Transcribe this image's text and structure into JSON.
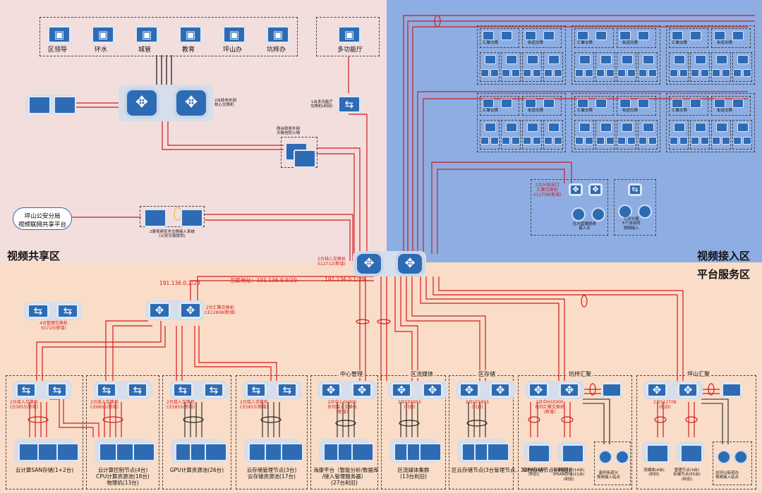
{
  "zones": {
    "share": "视频共享区",
    "access": "视频接入区",
    "platform": "平台服务区"
  },
  "share": {
    "top_clients": [
      "区领导",
      "环水",
      "城管",
      "教育",
      "坪山办",
      "坑梓办"
    ],
    "multi_hall": "多功能厅",
    "core_switch": "2台政务外网\n核心交换机",
    "hall_switch": "1台多功能厅\n交换机(利旧)",
    "firewall": "两台政务外网\n天融信防火墙",
    "cloud": "坪山公安分局\n视频联网共享平台",
    "security_gw": "2套视频安全交换接入系统\n(公安分局提供)"
  },
  "core": {
    "label": "2台核心交换机\nS12712(新增)",
    "ip_left": "191.136.0.2/29",
    "ip_mid": "互联地址：191.136.0.0/29",
    "ip_right": "191.136.0.1/29"
  },
  "access": {
    "site_labels": [
      "汇聚交换",
      "街道交换"
    ],
    "agg_switch": "2台分局出口\n汇聚交换机\nS12708(新增)",
    "agg_sub": "区内直播视频\n接入点",
    "police_sub": "公安分局\n5个派出所\n视频接入"
  },
  "platform": {
    "mgmt_switch": "4台管理交换机\nS5720(新增)",
    "agg_switch": "2台汇聚交换机\nCE12808(新增)",
    "groups": [
      {
        "title": "",
        "switch": "2台接入交换机\nCE5855(新增)",
        "name": "云计算SAN存储(1+2台)"
      },
      {
        "title": "",
        "switch": "2台接入交换机\nCE6855(新增)",
        "name": "云计算控制节点(4台)\nCPU计算资源池(18台)\n物理机(13台)"
      },
      {
        "title": "",
        "switch": "2台接入交换机\nCE5855(新增)",
        "name": "GPU计算资源池(26台)"
      },
      {
        "title": "",
        "switch": "2台接入交换机\nCE5855(新增)",
        "name": "云存储管理节点(3台)\n云存储资源池(17台)"
      },
      {
        "title": "中心管理",
        "switch": "2台中心S5900\n系列接入交换机\n(新增)",
        "name": "海康平台（智能分析/数据库\n/接入管理服务器）\n(27台利旧)"
      },
      {
        "title": "区流媒体",
        "switch": "2台CE5855\n(利旧)",
        "name": "区流媒体集群\n(13台利旧)"
      },
      {
        "title": "区存储",
        "switch": "2台CE5855\n(利旧)",
        "name": "区云存储节点(3台管理节点、32台存储节点)(利旧)"
      },
      {
        "title": "坑梓汇聚",
        "switch": "2台中HS5900\n系列汇聚交换机\n(新增)",
        "name": ""
      },
      {
        "title": "坪山汇聚",
        "switch": "2台S12708\n(利旧)",
        "name": ""
      }
    ],
    "kengzi_items": [
      "流媒体(18台)\n(利旧)",
      "存储服务器(14台)\nIPSAN存储(11台)\n(利旧)",
      "康坪街道分\n视频接入站点"
    ],
    "pingshan_items": [
      "流媒体(4台)\n(利旧)",
      "管理节点(3台)\n存储节点(55台)\n(利旧)",
      "坑坪山街道办\n视频接入站点"
    ]
  }
}
